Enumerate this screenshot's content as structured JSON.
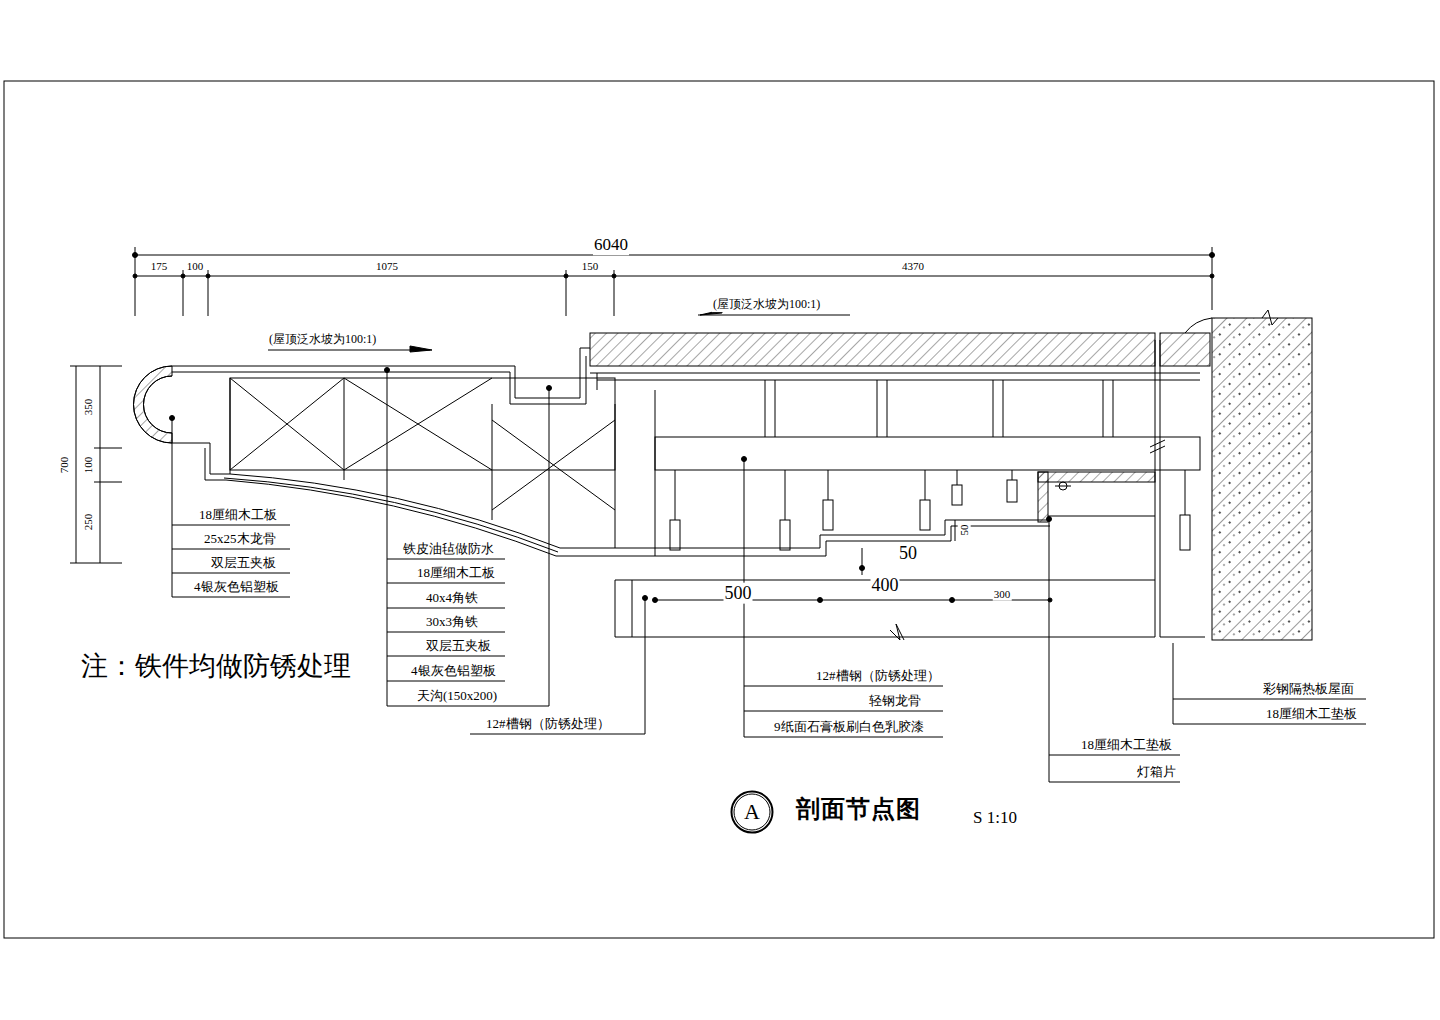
{
  "diagram": {
    "title": "剖面节点图",
    "nodes": [
      {
        "text": [
          "A"
        ]
      }
    ],
    "labels": [
      "6040",
      "175",
      "100",
      "1075",
      "150",
      "4370",
      "350",
      "100",
      "700",
      "250",
      "(屋顶泛水坡为100:1)",
      "(屋顶泛水坡为100:1)",
      "18厘细木工板",
      "25x25木龙骨",
      "双层五夹板",
      "4银灰色铝塑板",
      "铁皮油毡做防水",
      "18厘细木工板",
      "40x4角铁",
      "30x3角铁",
      "双层五夹板",
      "4银灰色铝塑板",
      "天沟(150x200)",
      "12#槽钢（防锈处理）",
      "12#槽钢（防锈处理）",
      "轻钢龙骨",
      "9纸面石膏板刷白色乳胶漆",
      "18厘细木工垫板",
      "灯箱片",
      "彩钢隔热板屋面",
      "18厘细木工垫板",
      "50",
      "500",
      "400",
      "300",
      "50",
      "注：铁件均做防锈处理",
      "S 1:10"
    ]
  }
}
